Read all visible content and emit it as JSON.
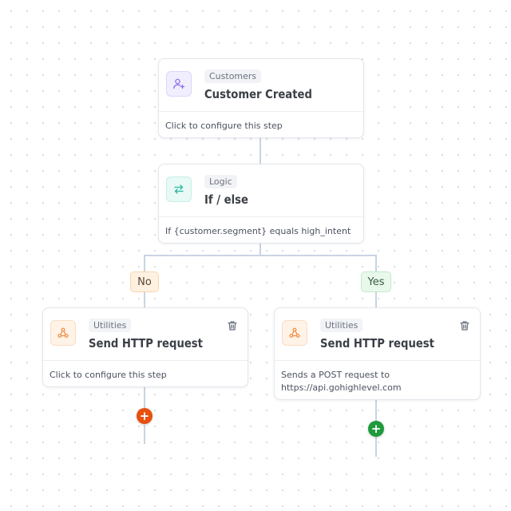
{
  "nodes": {
    "trigger": {
      "category": "Customers",
      "title": "Customer Created",
      "description": "Click to configure this step",
      "icon": "user-plus-icon"
    },
    "logic": {
      "category": "Logic",
      "title": "If / else",
      "description": "If {customer.segment} equals high_intent",
      "icon": "swap-arrows-icon"
    },
    "branch_no": {
      "label": "No",
      "category": "Utilities",
      "title": "Send HTTP request",
      "description": "Click to configure this step",
      "icon": "webhook-icon",
      "action_icon": "trash-icon"
    },
    "branch_yes": {
      "label": "Yes",
      "category": "Utilities",
      "title": "Send HTTP request",
      "description": "Sends a POST request to https://api.gohighlevel.com",
      "icon": "webhook-icon",
      "action_icon": "trash-icon"
    }
  },
  "add_buttons": {
    "no": "+",
    "yes": "+"
  },
  "colors": {
    "connector": "#c9d3e3",
    "add_no": "#e8500f",
    "add_yes": "#1f9a3d",
    "branch_no_bg": "#fef1e2",
    "branch_yes_bg": "#e8f9ec"
  }
}
